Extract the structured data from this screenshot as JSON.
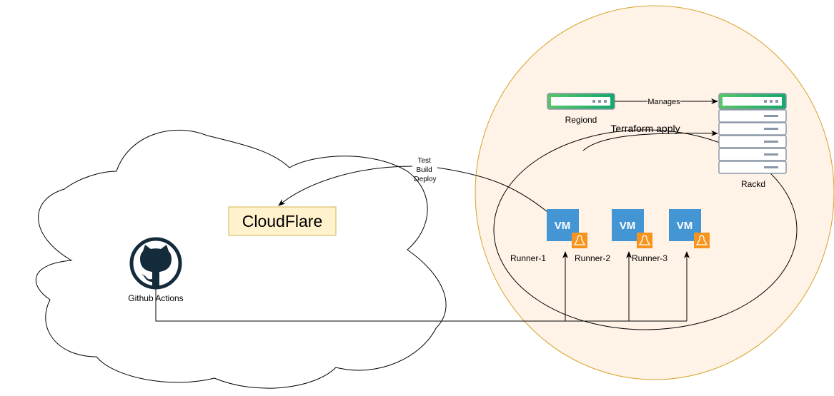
{
  "diagram": {
    "datacenter_zone": {
      "fill": "#fff2e6",
      "stroke": "#d6a32c"
    },
    "cloud": {
      "github_actions_label": "Github Actions"
    },
    "cloudflare": {
      "label": "CloudFlare",
      "fill": "#fff2cc",
      "stroke": "#d6b656"
    },
    "regiond": {
      "label": "Regiond"
    },
    "rackd": {
      "label": "Rackd"
    },
    "edges": {
      "manages": "Manages",
      "terraform": "Terraform apply",
      "deploy_lines": [
        "Test",
        "Build",
        "Deploy"
      ]
    },
    "vms": [
      {
        "badge": "VM",
        "runner": "Runner-1"
      },
      {
        "badge": "VM",
        "runner": "Runner-2"
      },
      {
        "badge": "VM",
        "runner": "Runner-3"
      }
    ],
    "colors": {
      "vm": "#4495d4",
      "linux": "#f7941e",
      "server_green": "#2db86b",
      "server_gray": "#8a97a6",
      "github": "#132b3a"
    }
  }
}
